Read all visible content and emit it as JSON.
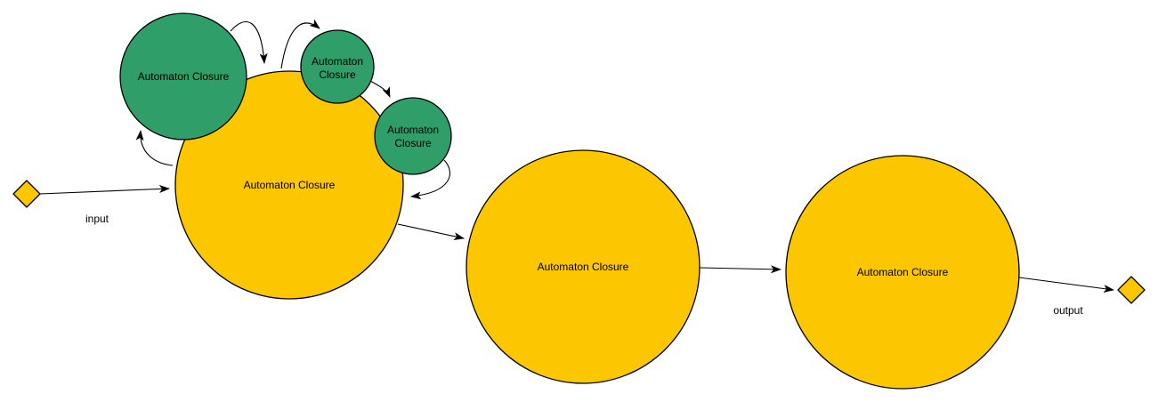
{
  "diagram": {
    "colors": {
      "node_fill_yellow": "#FDC700",
      "node_fill_green": "#2F9E69",
      "stroke": "#000000"
    },
    "nodes": {
      "main": {
        "label": "Automaton Closure"
      },
      "green_large": {
        "label": "Automaton Closure"
      },
      "green_small_upper": {
        "line1": "Automaton",
        "line2": "Closure"
      },
      "green_small_lower": {
        "line1": "Automaton",
        "line2": "Closure"
      },
      "stage_two": {
        "label": "Automaton Closure"
      },
      "stage_three": {
        "label": "Automaton Closure"
      }
    },
    "ports": {
      "input": {
        "label": "input"
      },
      "output": {
        "label": "output"
      }
    },
    "edges": [
      {
        "from": "input-port",
        "to": "main"
      },
      {
        "from": "main",
        "to": "green-large"
      },
      {
        "from": "green-large",
        "to": "main"
      },
      {
        "from": "main",
        "to": "green-small-upper"
      },
      {
        "from": "green-small-upper",
        "to": "green-small-lower"
      },
      {
        "from": "green-small-lower",
        "to": "main"
      },
      {
        "from": "main",
        "to": "stage-two"
      },
      {
        "from": "stage-two",
        "to": "stage-three"
      },
      {
        "from": "stage-three",
        "to": "output-port"
      }
    ]
  }
}
